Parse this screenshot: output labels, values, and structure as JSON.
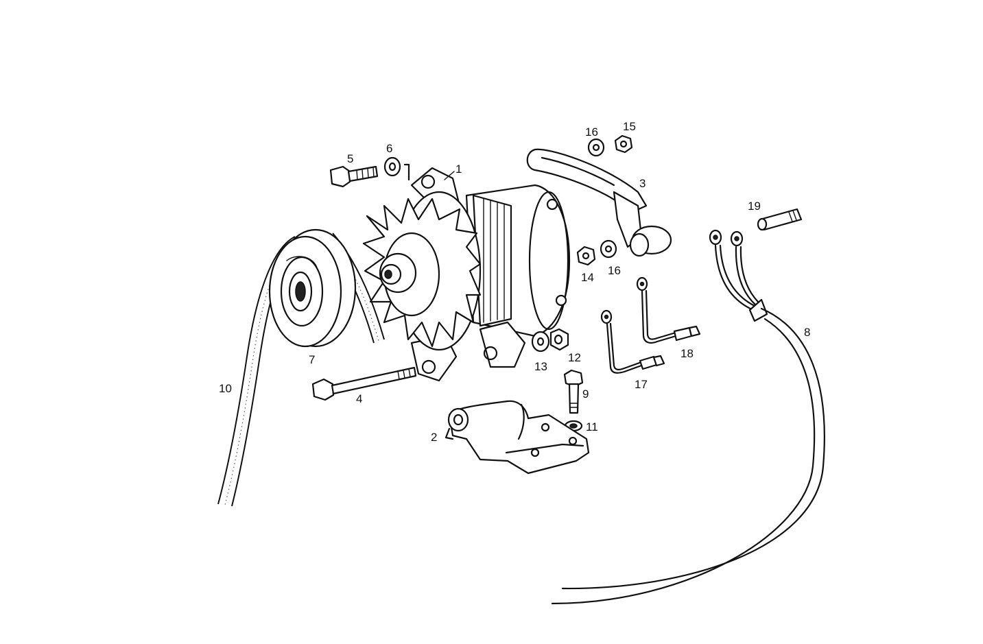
{
  "part_labels": {
    "p1": "1",
    "p2": "2",
    "p3": "3",
    "p4": "4",
    "p5": "5",
    "p6": "6",
    "p7": "7",
    "p8": "8",
    "p9": "9",
    "p10": "10",
    "p11": "11",
    "p12": "12",
    "p13": "13",
    "p14": "14",
    "p15": "15",
    "p16a": "16",
    "p16b": "16",
    "p17": "17",
    "p18": "18",
    "p19": "19"
  },
  "colors": {
    "line": "#111111",
    "background": "#ffffff"
  }
}
